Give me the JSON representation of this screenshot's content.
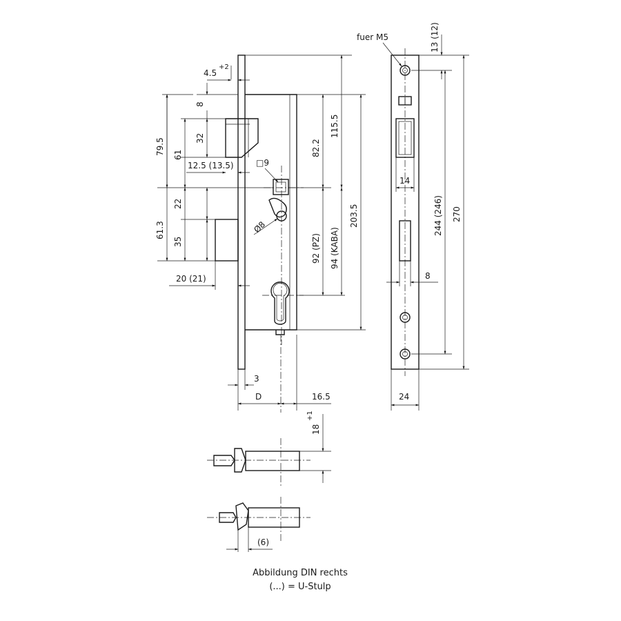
{
  "labels": {
    "d_4_5": "4.5",
    "d_4_5_sup": "+2",
    "d_8_top": "8",
    "d_32": "32",
    "d_79_5": "79.5",
    "d_61": "61",
    "d_12_5": "12.5 (13.5)",
    "d_sq9": "□9",
    "d_22": "22",
    "d_35": "35",
    "d_61_3": "61.3",
    "d_phi8": "Ø8",
    "d_20": "20 (21)",
    "d_82_2": "82.2",
    "d_115_5": "115.5",
    "d_203_5": "203.5",
    "d_92": "92 (PZ)",
    "d_94": "94 (KABA)",
    "d_3": "3",
    "d_D": "D",
    "d_16_5": "16.5",
    "fuer_m5": "fuer M5",
    "d_13": "13 (12)",
    "d_14": "14",
    "d_244": "244 (246)",
    "d_270": "270",
    "d_8_right": "8",
    "d_24": "24",
    "d_18": "18",
    "d_18_sup": "+1",
    "d_6": "(6)"
  },
  "caption": {
    "line1": "Abbildung DIN rechts",
    "line2": "(...) = U-Stulp"
  }
}
